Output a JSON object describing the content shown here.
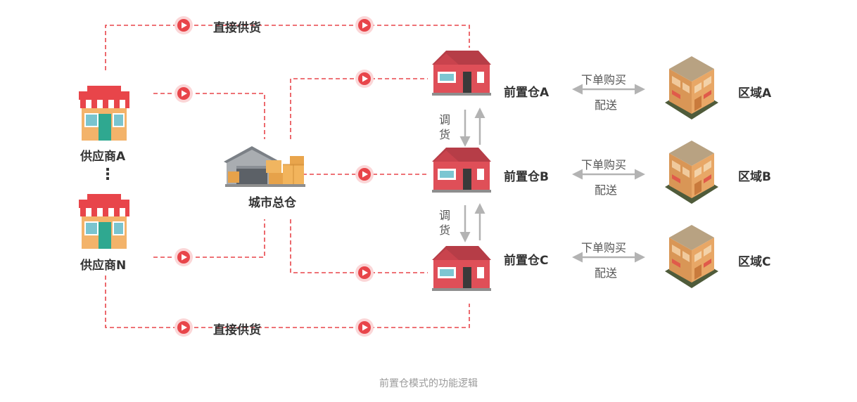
{
  "colors": {
    "accent_red": "#e8454a",
    "arrow_gray": "#b3b3b3",
    "text_dark": "#333333",
    "caption_gray": "#9a9a9a"
  },
  "labels": {
    "direct_supply_top": "直接供货",
    "direct_supply_bottom": "直接供货",
    "supplier_a": "供应商A",
    "supplier_ellipsis": "⋮",
    "supplier_n": "供应商N",
    "city_warehouse": "城市总仓",
    "front_warehouse_a": "前置仓A",
    "front_warehouse_b": "前置仓B",
    "front_warehouse_c": "前置仓C",
    "transfer_1": "调货",
    "transfer_2": "调货",
    "order_a": "下单购买",
    "deliver_a": "配送",
    "order_b": "下单购买",
    "deliver_b": "配送",
    "order_c": "下单购买",
    "deliver_c": "配送",
    "region_a": "区域A",
    "region_b": "区域B",
    "region_c": "区域C"
  },
  "caption": "前置仓模式的功能逻辑",
  "icons": [
    "store-icon",
    "warehouse-icon",
    "house-icon",
    "building-icon",
    "play-arrow-icon"
  ]
}
